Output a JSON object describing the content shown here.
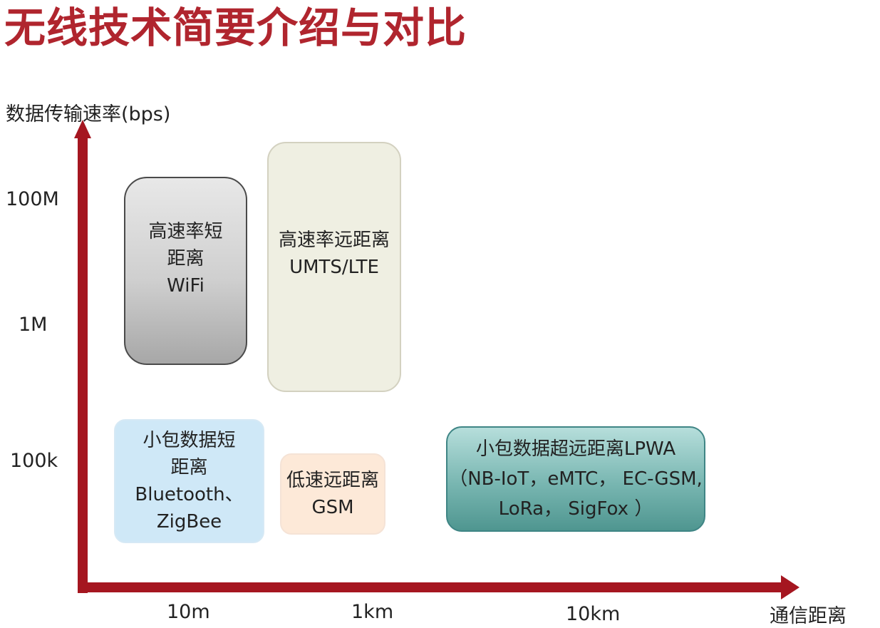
{
  "title": "无线技术简要介绍与对比",
  "y_axis_label": "数据传输速率(bps)",
  "x_axis_label": "通信距离",
  "y_ticks": [
    "100M",
    "1M",
    "100k"
  ],
  "x_ticks": [
    "10m",
    "1km",
    "10km"
  ],
  "colors": {
    "title": "#b0252e",
    "axis": "#a51620",
    "wifi_box": "#cfcfcf",
    "umts_box": "#efefe2",
    "bluetooth_box": "#cfe8f7",
    "gsm_box": "#fde9d8",
    "lpwa_box": "#78b6b1"
  },
  "boxes": {
    "wifi": {
      "lines": [
        "高速率短",
        "距离",
        "WiFi"
      ]
    },
    "umts": {
      "lines": [
        "高速率远距离",
        "UMTS/LTE"
      ]
    },
    "bluetooth": {
      "lines": [
        "小包数据短",
        "距离",
        "Bluetooth、",
        "ZigBee"
      ]
    },
    "gsm": {
      "lines": [
        "低速远距离",
        "GSM"
      ]
    },
    "lpwa": {
      "lines": [
        "小包数据超远距离LPWA",
        "（NB-IoT，eMTC， EC-GSM,",
        "LoRa，  SigFox ）"
      ]
    }
  }
}
